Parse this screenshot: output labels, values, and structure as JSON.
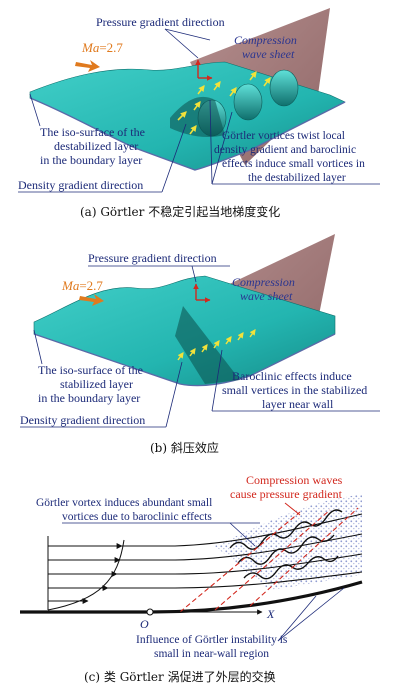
{
  "panel_a": {
    "pressure_label": "Pressure gradient direction",
    "ma_symbol": "Ma",
    "ma_value": "=2.7",
    "sheet_line1": "Compression",
    "sheet_line2": "wave sheet",
    "iso_line1": "The iso-surface of the",
    "iso_line2": "destabilized layer",
    "iso_line3": "in the boundary layer",
    "gortler_line1": "Görtler vortices twist local",
    "gortler_line2": "density gradient and baroclinic",
    "gortler_line3": "effects induce small vortices in",
    "gortler_line4": "the destabilized layer",
    "density_label": "Density gradient direction",
    "caption": "(a) Görtler 不稳定引起当地梯度变化"
  },
  "panel_b": {
    "pressure_label": "Pressure gradient direction",
    "ma_symbol": "Ma",
    "ma_value": "=2.7",
    "sheet_line1": "Compression",
    "sheet_line2": "wave sheet",
    "iso_line1": "The iso-surface of the",
    "iso_line2": "stabilized layer",
    "iso_line3": "in the boundary layer",
    "baro_line1": "Baroclinic effects induce",
    "baro_line2": "small vertices in the stabilized",
    "baro_line3": "layer near wall",
    "density_label": "Density gradient direction",
    "caption": "(b) 斜压效应"
  },
  "panel_c": {
    "comp_line1": "Compression waves",
    "comp_line2": "cause pressure gradient",
    "vortex_line1": "Görtler vortex induces abundant small",
    "vortex_line2": "vortices due to baroclinic effects",
    "origin": "O",
    "xaxis": "X",
    "infl_line1": "Influence of Görtler instability is",
    "infl_line2": "small in near-wall region",
    "caption": "(c) 类 Görtler 涡促进了外层的交换"
  },
  "colors": {
    "surface": "#23b5b0",
    "surface_dark": "#127a78",
    "sheet": "#a07272",
    "annotation": "#1c2a78",
    "red": "#d2281e",
    "arrow_yellow": "#f2e23a",
    "ma_orange": "#e07a1e"
  }
}
